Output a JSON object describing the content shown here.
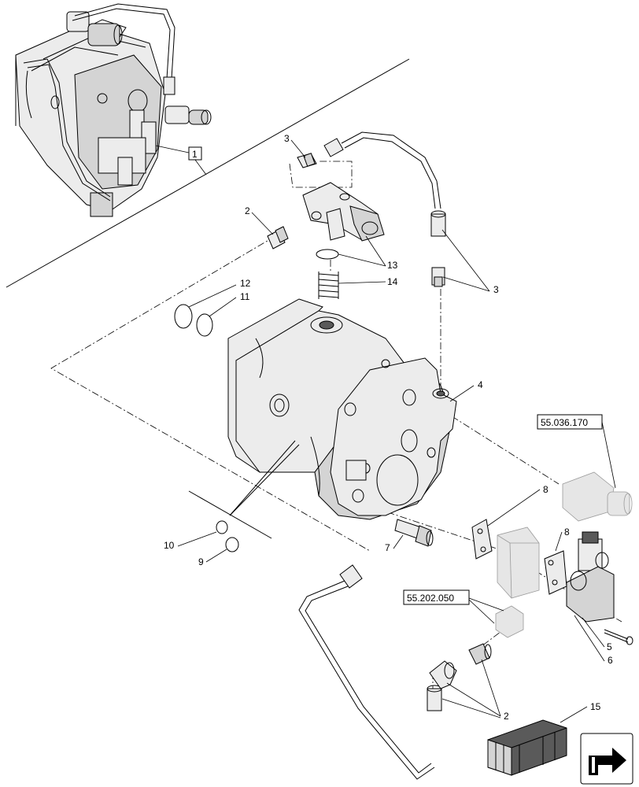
{
  "callouts": {
    "c1": "1",
    "c2_top": "2",
    "c2_bottom": "2",
    "c3_top": "3",
    "c3_right": "3",
    "c4": "4",
    "c5": "5",
    "c6": "6",
    "c7": "7",
    "c8_left": "8",
    "c8_right": "8",
    "c9": "9",
    "c10": "10",
    "c11": "11",
    "c12": "12",
    "c13": "13",
    "c14": "14",
    "c15": "15"
  },
  "references": {
    "ref_top": "55.036.170",
    "ref_mid": "55.202.050"
  },
  "icons": {
    "nav": "navigation-arrow-icon",
    "kit": "repair-kit-box-icon"
  }
}
